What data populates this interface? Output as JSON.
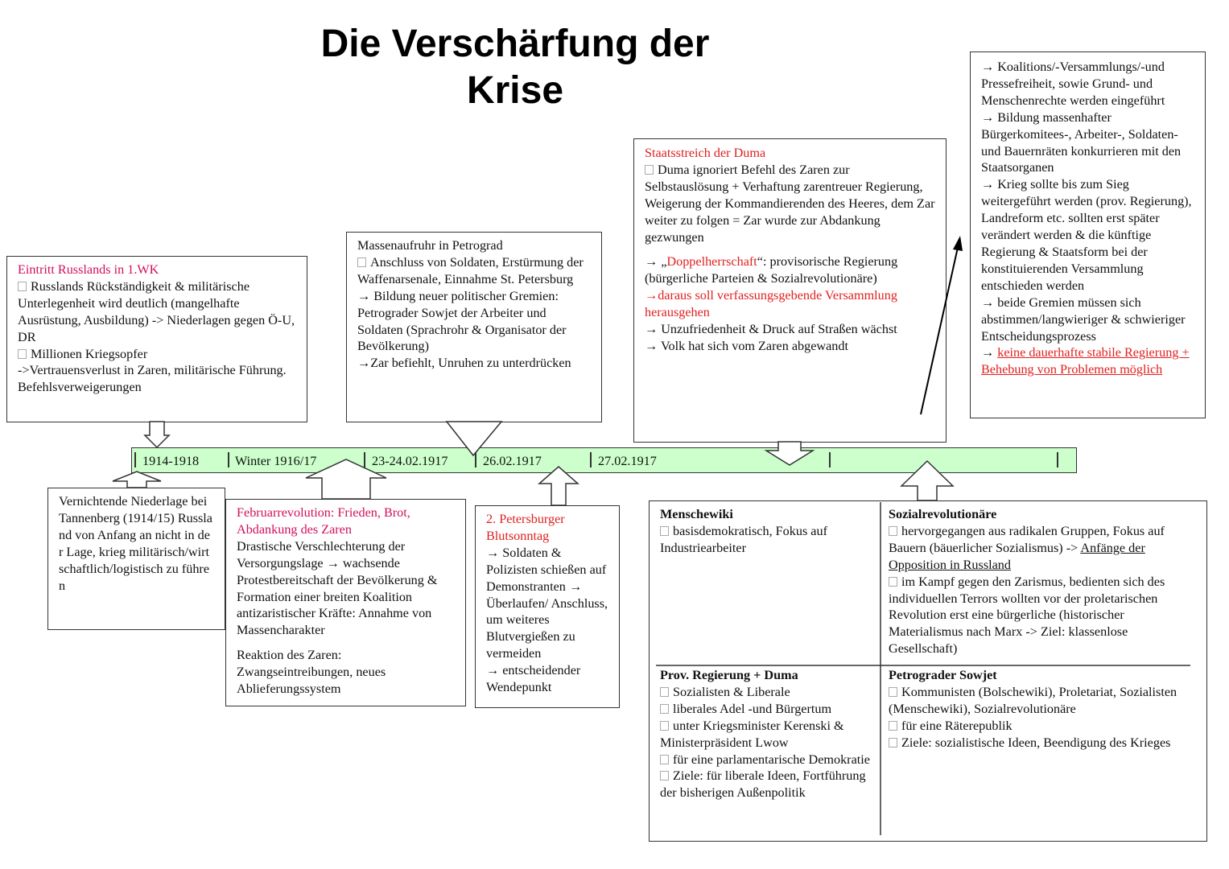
{
  "title": "Die Verschärfung der Krise",
  "timeline": {
    "labels": [
      "1914-1918",
      "Winter 1916/17",
      "23-24.02.1917",
      "26.02.1917",
      "27.02.1917"
    ]
  },
  "box_1wk": {
    "heading": "Eintritt Russlands in 1.WK",
    "lines": [
      "Russlands Rückständigkeit & militärische Unterlegenheit wird deutlich (mangelhafte Ausrüstung, Ausbildung) -> Niederlagen gegen Ö-U, DR",
      "Millionen Kriegsopfer",
      "->Vertrauensverlust in Zaren, militärische Führung. Befehlsverweigerungen"
    ]
  },
  "box_tannenberg": {
    "text": "Vernichtende Niederlage bei Tannenberg (1914/15) Russland von Anfang an nicht in der Lage, krieg militärisch/wirtschaftlich/logistisch zu führen"
  },
  "box_februar": {
    "heading": "Februarrevolution: Frieden, Brot, Abdankung des Zaren",
    "p1": "Drastische Verschlechterung der Versorgungslage → wachsende Protestbereitschaft der Bevölkerung & Formation einer breiten Koalition antizaristischer Kräfte: Annahme von Massencharakter",
    "p2": "Reaktion des Zaren: Zwangseintreibungen, neues Ablieferungssystem"
  },
  "box_petrograd": {
    "heading": "Massenaufruhr in Petrograd",
    "line1": "Anschluss von Soldaten, Erstürmung der Waffenarsenale, Einnahme St. Petersburg",
    "line2": "→ Bildung neuer politischer Gremien: Petrograder Sowjet der Arbeiter und Soldaten (Sprachrohr & Organisator der Bevölkerung)",
    "line3": "→Zar befiehlt, Unruhen zu unterdrücken"
  },
  "box_blutsonntag": {
    "heading": "2. Petersburger Blutsonntag",
    "line1": "→ Soldaten & Polizisten schießen auf Demonstranten → Überlaufen/ Anschluss, um weiteres Blutvergießen zu vermeiden",
    "line2": "→ entscheidender Wendepunkt"
  },
  "box_duma": {
    "heading": "Staatsstreich der Duma",
    "line1": "Duma ignoriert Befehl des Zaren zur Selbstauslösung + Verhaftung zarentreuer Regierung, Weigerung der Kommandierenden des Heeres, dem Zar weiter zu folgen = Zar wurde zur Abdankung gezwungen",
    "dh_pre": "→ „",
    "dh_red": "Doppelherrschaft",
    "dh_post": "“: provisorische Regierung (bürgerliche Parteien & Sozialrevolutionäre)",
    "red_line": "→daraus soll verfassungsgebende Versammlung herausgehen",
    "line4": "→ Unzufriedenheit & Druck auf Straßen wächst",
    "line5": "→ Volk hat sich vom Zaren abgewandt"
  },
  "box_right": {
    "lines": [
      "→ Koalitions/-Versammlungs/-und Pressefreiheit, sowie Grund- und Menschenrechte werden eingeführt",
      "→ Bildung massenhafter Bürgerkomitees-, Arbeiter-, Soldaten- und Bauernräten konkurrieren mit den Staatsorganen",
      "→ Krieg sollte bis zum Sieg weitergeführt werden (prov. Regierung), Landreform etc. sollten erst später verändert werden & die künftige Regierung & Staatsform bei der konstituierenden Versammlung entschieden werden",
      "→ beide Gremien müssen sich abstimmen/langwieriger & schwieriger Entscheidungsprozess"
    ],
    "last_prefix": "→ ",
    "last_underlined": "keine dauerhafte stabile Regierung + Behebung von Problemen möglich"
  },
  "parties": {
    "menschewiki": {
      "heading": "Menschewiki",
      "lines": [
        "basisdemokratisch, Fokus auf Industriearbeiter"
      ]
    },
    "sozialrev": {
      "heading": "Sozialrevolutionäre",
      "l1_pre": "hervorgegangen aus radikalen Gruppen, Fokus auf Bauern (bäuerlicher Sozialismus) -> ",
      "l1_ul": "Anfänge der Opposition in Russland",
      "l2": "im Kampf gegen den Zarismus, bedienten sich des individuellen Terrors  wollten vor der proletarischen Revolution erst eine bürgerliche (historischer Materialismus nach Marx -> Ziel: klassenlose Gesellschaft)"
    },
    "provreg": {
      "heading": "Prov. Regierung + Duma",
      "lines": [
        "Sozialisten & Liberale",
        "liberales Adel -und Bürgertum",
        "unter Kriegsminister Kerenski & Ministerpräsident Lwow",
        "für eine parlamentarische Demokratie",
        "Ziele: für liberale Ideen, Fortführung der bisherigen Außenpolitik"
      ]
    },
    "sowjet": {
      "heading": "Petrograder Sowjet",
      "lines": [
        "Kommunisten (Bolschewiki), Proletariat, Sozialisten (Menschewiki), Sozialrevolutionäre",
        "für eine Räterepublik",
        "Ziele: sozialistische Ideen, Beendigung des Krieges"
      ]
    }
  },
  "colors": {
    "timeline": "#ccffcc",
    "red": "#e02020",
    "pink": "#d0105a"
  }
}
